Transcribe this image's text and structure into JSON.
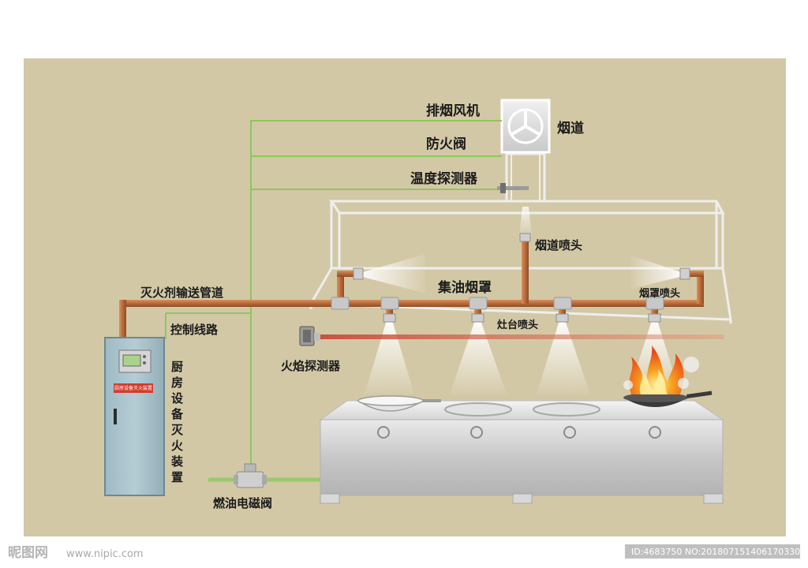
{
  "labels": {
    "fan": "排烟风机",
    "duct": "烟道",
    "fire_damper": "防火阀",
    "temp_detector": "温度探测器",
    "duct_nozzle": "烟道喷头",
    "grease_hood": "集油烟罩",
    "hood_nozzle": "烟罩喷头",
    "agent_pipe": "灭火剂输送管道",
    "control_line": "控制线路",
    "stove_nozzle": "灶台喷头",
    "flame_detector": "火焰探测器",
    "extinguisher_unit": [
      "厨",
      "房",
      "设",
      "备",
      "灭",
      "火",
      "装",
      "置"
    ],
    "unit_panel_tag": "厨房设备灭火装置",
    "fuel_valve": "燃油电磁阀"
  },
  "watermark": {
    "logo": "昵图网",
    "site": "www.nipic.com",
    "id": "ID:4683750 NO:20180715140617033030"
  },
  "colors": {
    "background": "#d3c8a6",
    "copper_pipe": "#b86a3a",
    "control_wire": "#8cc85a",
    "steel": "#c9c9c9",
    "flame": "#f07a1a",
    "cabinet": "#a9c3cc"
  },
  "icons": [
    "fan-icon",
    "fire-icon",
    "nozzle-icon",
    "valve-icon"
  ]
}
